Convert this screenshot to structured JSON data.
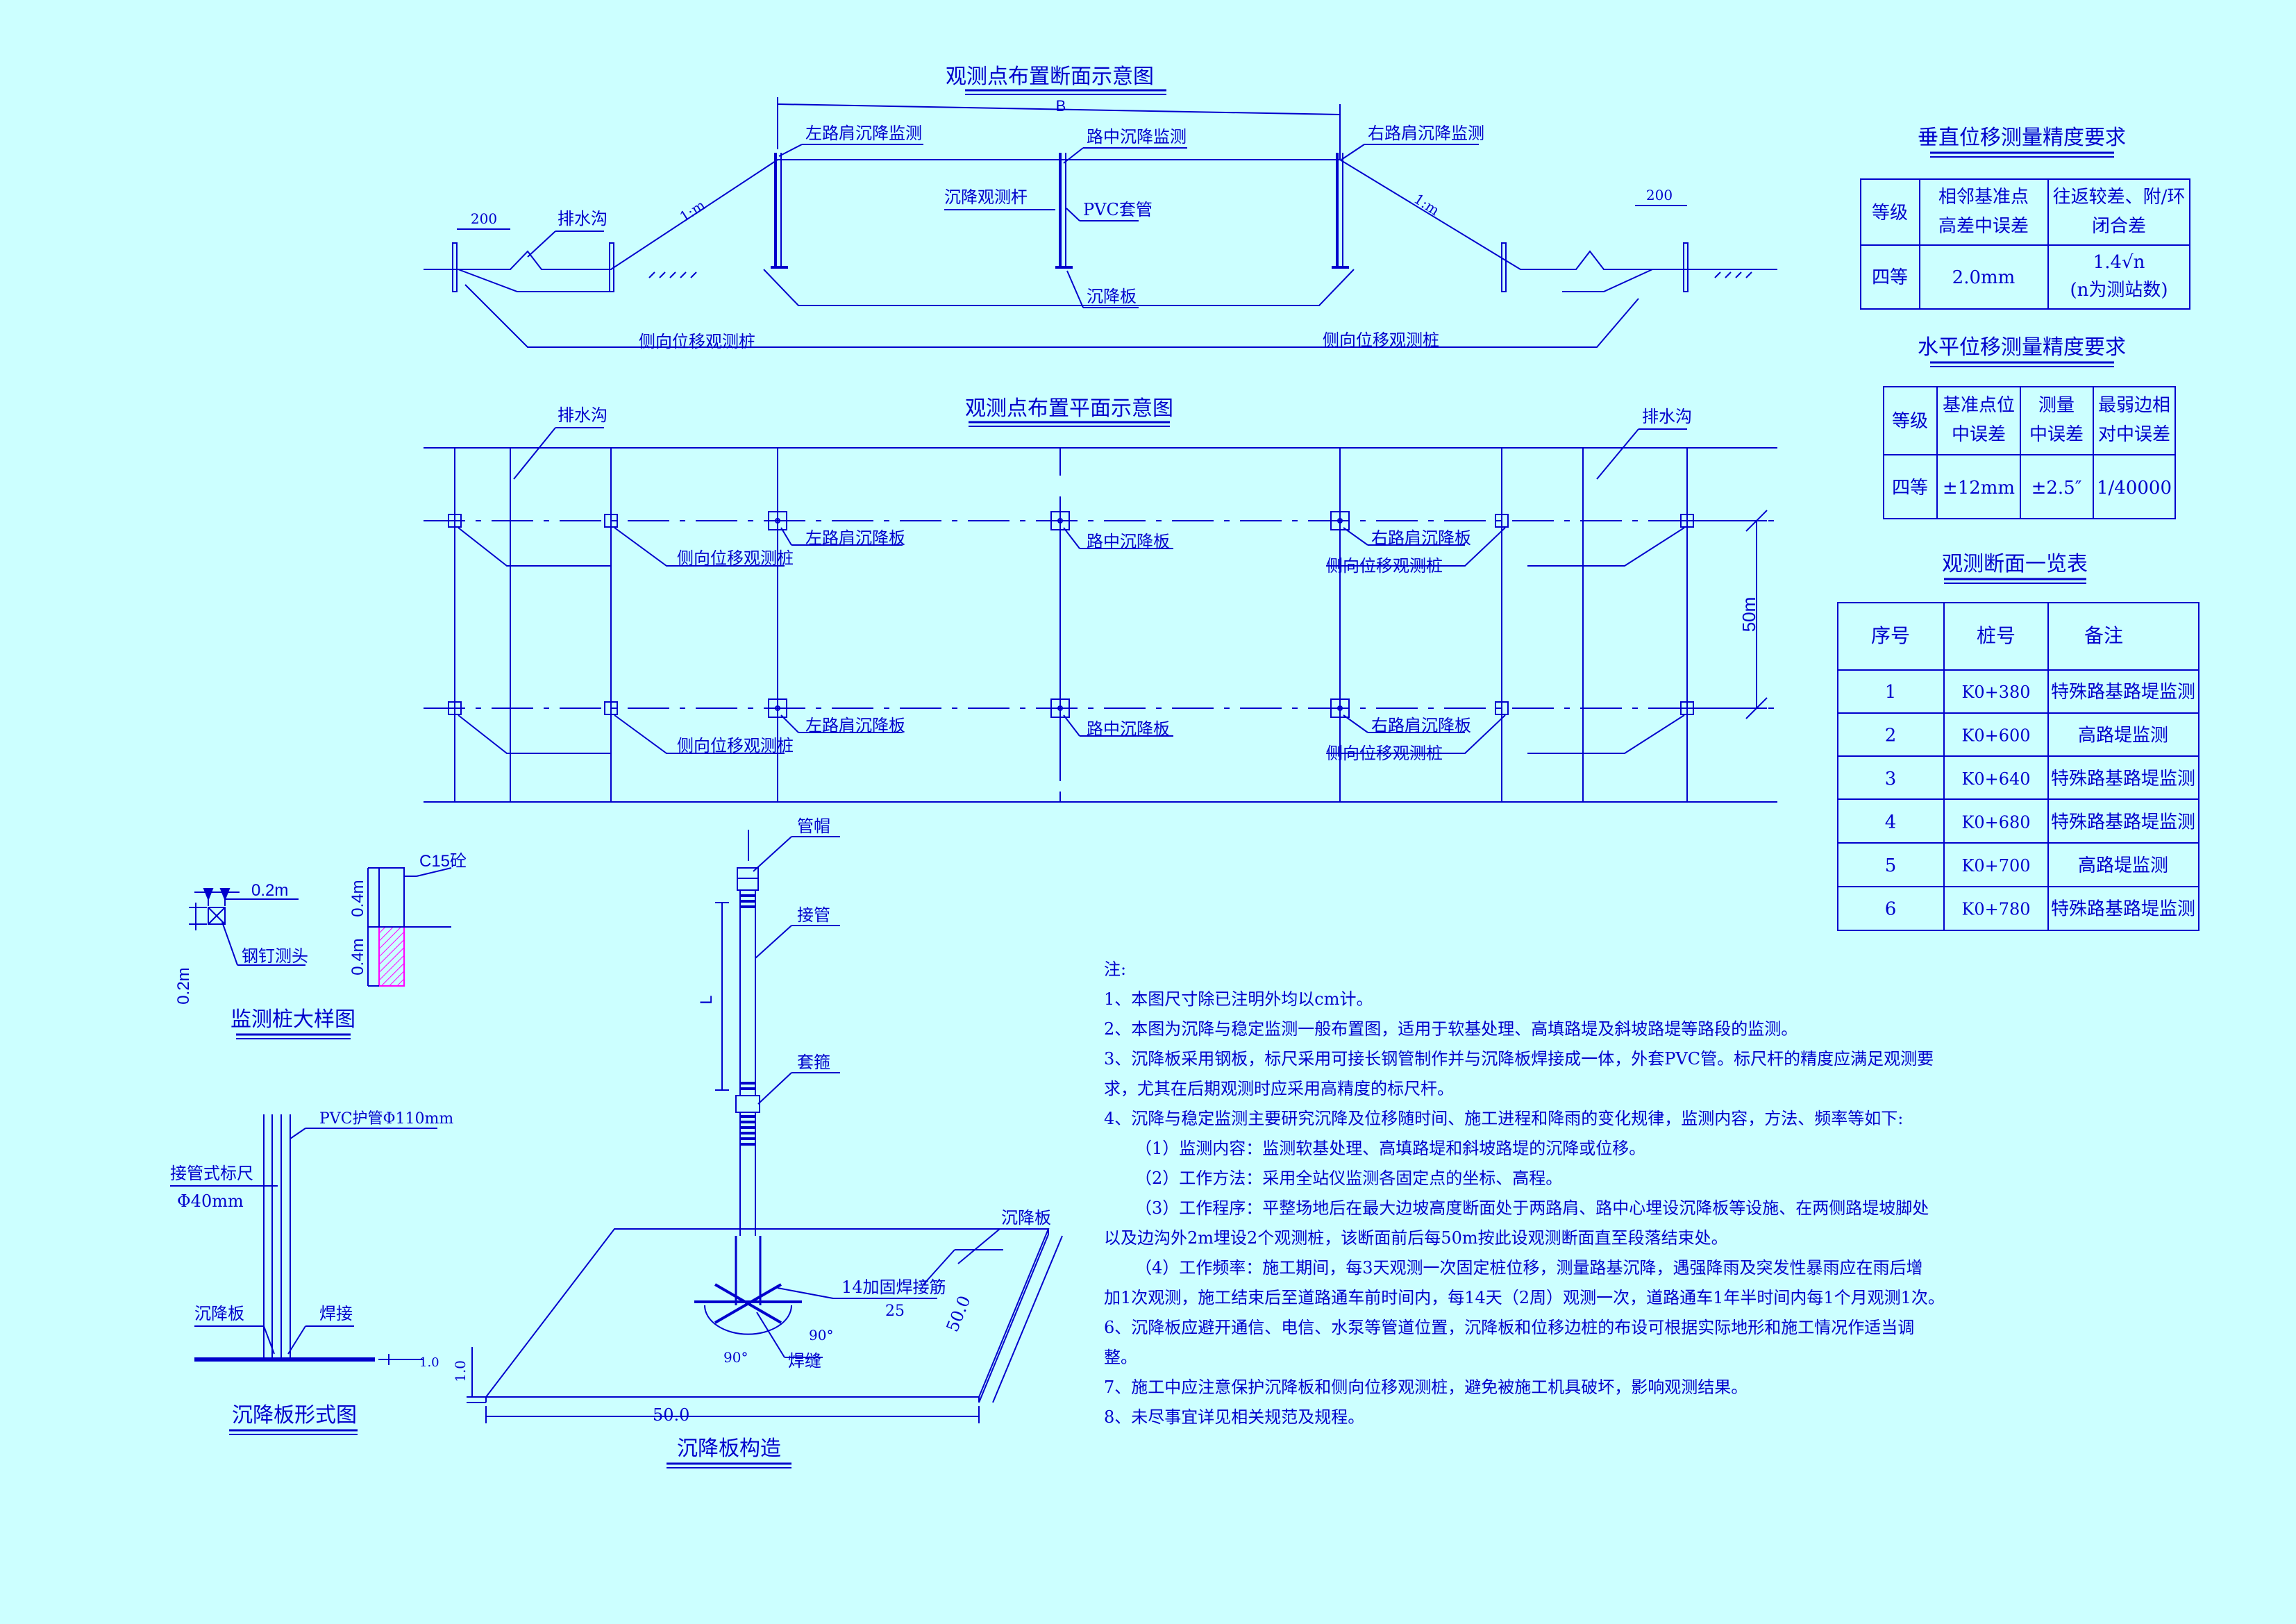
{
  "section_view": {
    "title": "观测点布置断面示意图",
    "width_label": "B",
    "left_shoulder": "左路肩沉降监测",
    "center": "路中沉降监测",
    "right_shoulder": "右路肩沉降监测",
    "rod": "沉降观测杆",
    "pvc": "PVC套管",
    "plate": "沉降板",
    "ditch": "排水沟",
    "dim_200": "200",
    "slope": "1:m",
    "pile": "侧向位移观测桩"
  },
  "plan_view": {
    "title": "观测点布置平面示意图",
    "ditch": "排水沟",
    "left_plate": "左路肩沉降板",
    "center_plate": "路中沉降板",
    "right_plate": "右路肩沉降板",
    "pile": "侧向位移观测桩",
    "spacing": "50m"
  },
  "vertical_table": {
    "title": "垂直位移测量精度要求",
    "h_grade": "等级",
    "h_col1_l1": "相邻基准点",
    "h_col1_l2": "高差中误差",
    "h_col2_l1": "往返较差、附/环",
    "h_col2_l2": "闭合差",
    "grade": "四等",
    "val1": "2.0mm",
    "val2_l1": "1.4√n",
    "val2_l2": "(n为测站数)"
  },
  "horizontal_table": {
    "title": "水平位移测量精度要求",
    "h_grade": "等级",
    "h_col1_l1": "基准点位",
    "h_col1_l2": "中误差",
    "h_col2_l1": "测量",
    "h_col2_l2": "中误差",
    "h_col3_l1": "最弱边相",
    "h_col3_l2": "对中误差",
    "grade": "四等",
    "val1": "±12mm",
    "val2": "±2.5″",
    "val3": "1/40000"
  },
  "section_list": {
    "title": "观测断面一览表",
    "headers": [
      "序号",
      "桩号",
      "备注"
    ],
    "rows": [
      [
        "1",
        "K0+380",
        "特殊路基路堤监测"
      ],
      [
        "2",
        "K0+600",
        "高路堤监测"
      ],
      [
        "3",
        "K0+640",
        "特殊路基路堤监测"
      ],
      [
        "4",
        "K0+680",
        "特殊路基路堤监测"
      ],
      [
        "5",
        "K0+700",
        "高路堤监测"
      ],
      [
        "6",
        "K0+780",
        "特殊路基路堤监测"
      ]
    ]
  },
  "pile_detail": {
    "title": "监测桩大样图",
    "concrete": "C15砼",
    "d02": "0.2m",
    "d04a": "0.4m",
    "d04b": "0.4m",
    "d02v": "0.2m",
    "nail": "钢钉测头"
  },
  "plate_form": {
    "title": "沉降板形式图",
    "pvc": "PVC护管Φ110mm",
    "rod_l1": "接管式标尺",
    "rod_l2": "Φ40mm",
    "plate": "沉降板",
    "weld": "焊接",
    "dim": "1.0"
  },
  "plate_structure": {
    "title": "沉降板构造",
    "cap": "管帽",
    "joint": "接管",
    "sleeve": "套箍",
    "L": "L",
    "plate": "沉降板",
    "rebar_l1": "14加固焊接筋",
    "rebar_l2": "25",
    "angle1": "90°",
    "angle2": "90°",
    "weld": "焊缝",
    "dim_w": "50.0",
    "dim_d": "50.0",
    "dim_t": "1.0"
  },
  "notes": {
    "heading": "注:",
    "lines": [
      "1、本图尺寸除已注明外均以cm计。",
      "2、本图为沉降与稳定监测一般布置图，适用于软基处理、高填路堤及斜坡路堤等路段的监测。",
      "3、沉降板采用钢板，标尺采用可接长钢管制作并与沉降板焊接成一体，外套PVC管。标尺杆的精度应满足观测要",
      "求，尤其在后期观测时应采用高精度的标尺杆。",
      "4、沉降与稳定监测主要研究沉降及位移随时间、施工进程和降雨的变化规律，监测内容，方法、频率等如下:",
      "（1）监测内容：监测软基处理、高填路堤和斜坡路堤的沉降或位移。",
      "（2）工作方法：采用全站仪监测各固定点的坐标、高程。",
      "（3）工作程序：平整场地后在最大边坡高度断面处于两路肩、路中心埋设沉降板等设施、在两侧路堤坡脚处",
      "以及边沟外2m埋设2个观测桩，该断面前后每50m按此设观测断面直至段落结束处。",
      "（4）工作频率：施工期间，每3天观测一次固定桩位移，测量路基沉降，遇强降雨及突发性暴雨应在雨后增",
      "加1次观测，施工结束后至道路通车前时间内，每14天（2周）观测一次，道路通车1年半时间内每1个月观测1次。",
      "6、沉降板应避开通信、电信、水泵等管道位置，沉降板和位移边桩的布设可根据实际地形和施工情况作适当调",
      "整。",
      "7、施工中应注意保护沉降板和侧向位移观测桩，避免被施工机具破坏，影响观测结果。",
      "8、未尽事宜详见相关规范及规程。"
    ]
  },
  "colors": {
    "background": "#ccffff",
    "line": "#0000cc",
    "pile_hatch": "#ff00ff"
  }
}
